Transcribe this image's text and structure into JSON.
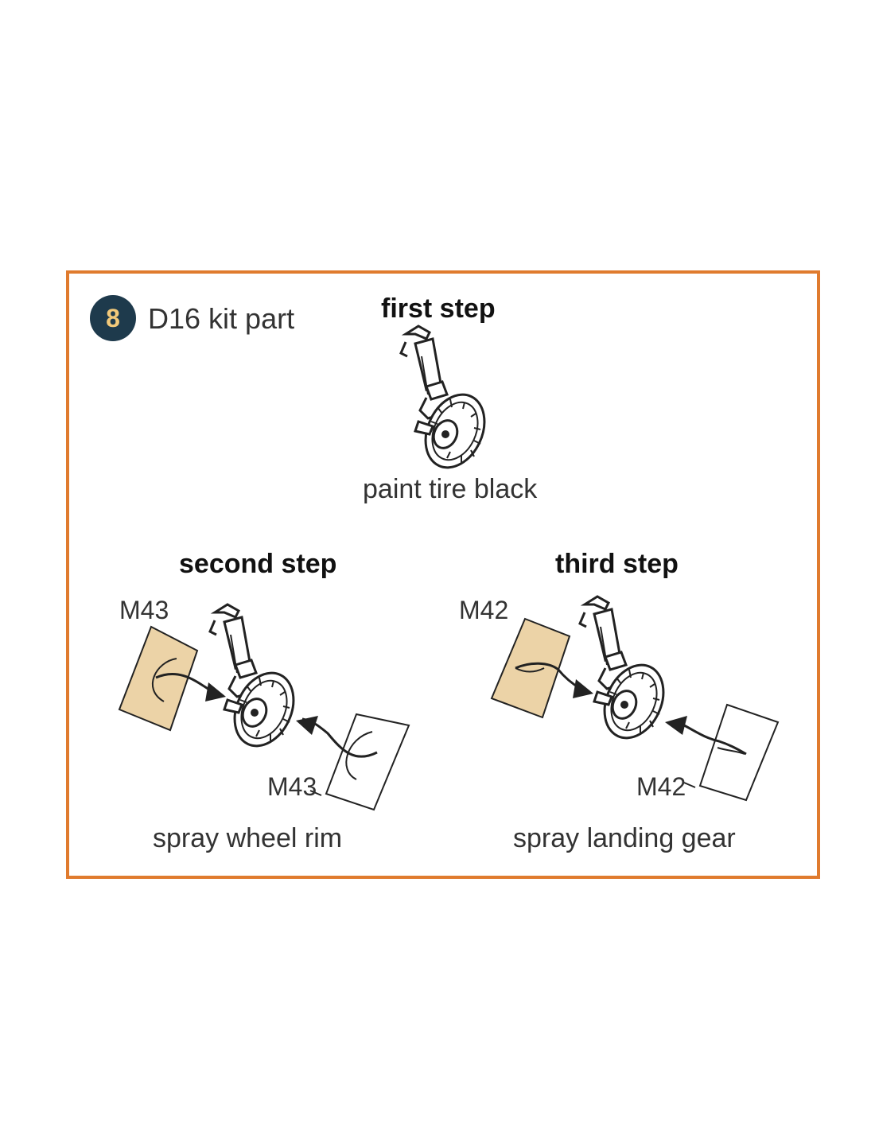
{
  "step_number": "8",
  "part_label": "D16 kit part",
  "steps": [
    {
      "title": "first step",
      "caption": "paint tire black"
    },
    {
      "title": "second step",
      "caption": "spray wheel rim",
      "mask_top": "M43",
      "mask_bottom": "M43"
    },
    {
      "title": "third step",
      "caption": "spray landing gear",
      "mask_top": "M42",
      "mask_bottom": "M42"
    }
  ],
  "colors": {
    "frame": "#e07b2e",
    "badge_bg": "#1e3a4c",
    "badge_text": "#f2c97a",
    "mask_fill": "#ecd3a7"
  }
}
